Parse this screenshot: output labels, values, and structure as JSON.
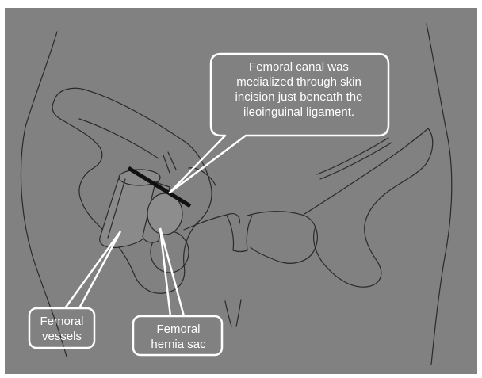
{
  "colors": {
    "background": "#818181",
    "sketch": "#2a2a2a",
    "callout_border": "#ffffff",
    "callout_text": "#ffffff",
    "ligament_bar": "#111111"
  },
  "callouts": {
    "femoral_canal": {
      "lines": [
        "Femoral canal was",
        "medialized through skin",
        "incision just beneath the",
        "ileoinguinal ligament."
      ]
    },
    "femoral_vessels": {
      "lines": [
        "Femoral",
        "vessels"
      ]
    },
    "femoral_hernia_sac": {
      "lines": [
        "Femoral",
        "hernia sac"
      ]
    }
  }
}
